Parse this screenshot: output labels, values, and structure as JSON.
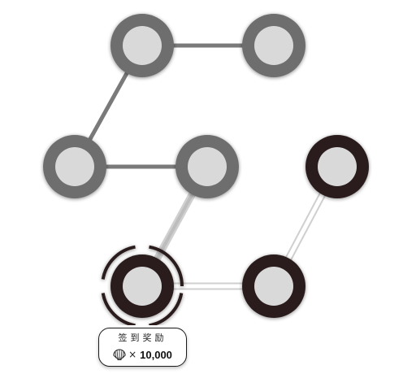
{
  "map": {
    "nodes": [
      {
        "id": "n1",
        "state": "locked"
      },
      {
        "id": "n2",
        "state": "locked"
      },
      {
        "id": "n3",
        "state": "locked"
      },
      {
        "id": "n4",
        "state": "locked"
      },
      {
        "id": "n5",
        "state": "current"
      },
      {
        "id": "n6",
        "state": "completed"
      },
      {
        "id": "n7",
        "state": "completed"
      }
    ],
    "paths": [
      {
        "from": "n1",
        "to": "n2",
        "state": "locked"
      },
      {
        "from": "n1",
        "to": "n3",
        "state": "locked"
      },
      {
        "from": "n3",
        "to": "n4",
        "state": "locked"
      },
      {
        "from": "n4",
        "to": "n5",
        "state": "next"
      },
      {
        "from": "n5",
        "to": "n6",
        "state": "completed"
      },
      {
        "from": "n6",
        "to": "n7",
        "state": "completed"
      }
    ]
  },
  "colors": {
    "locked_ring": "#6e6e6e",
    "locked_path": "#7a7a7a",
    "completed_ring": "#2b1c1c",
    "node_center": "#d9d9d9",
    "completed_path_fill": "#ffffff",
    "completed_path_edge": "#cfcfcf",
    "next_path": "#d0d0d0"
  },
  "reward": {
    "title": "签到奖励",
    "multiplier": "×",
    "amount": "10,000",
    "icon": "shell-icon"
  }
}
